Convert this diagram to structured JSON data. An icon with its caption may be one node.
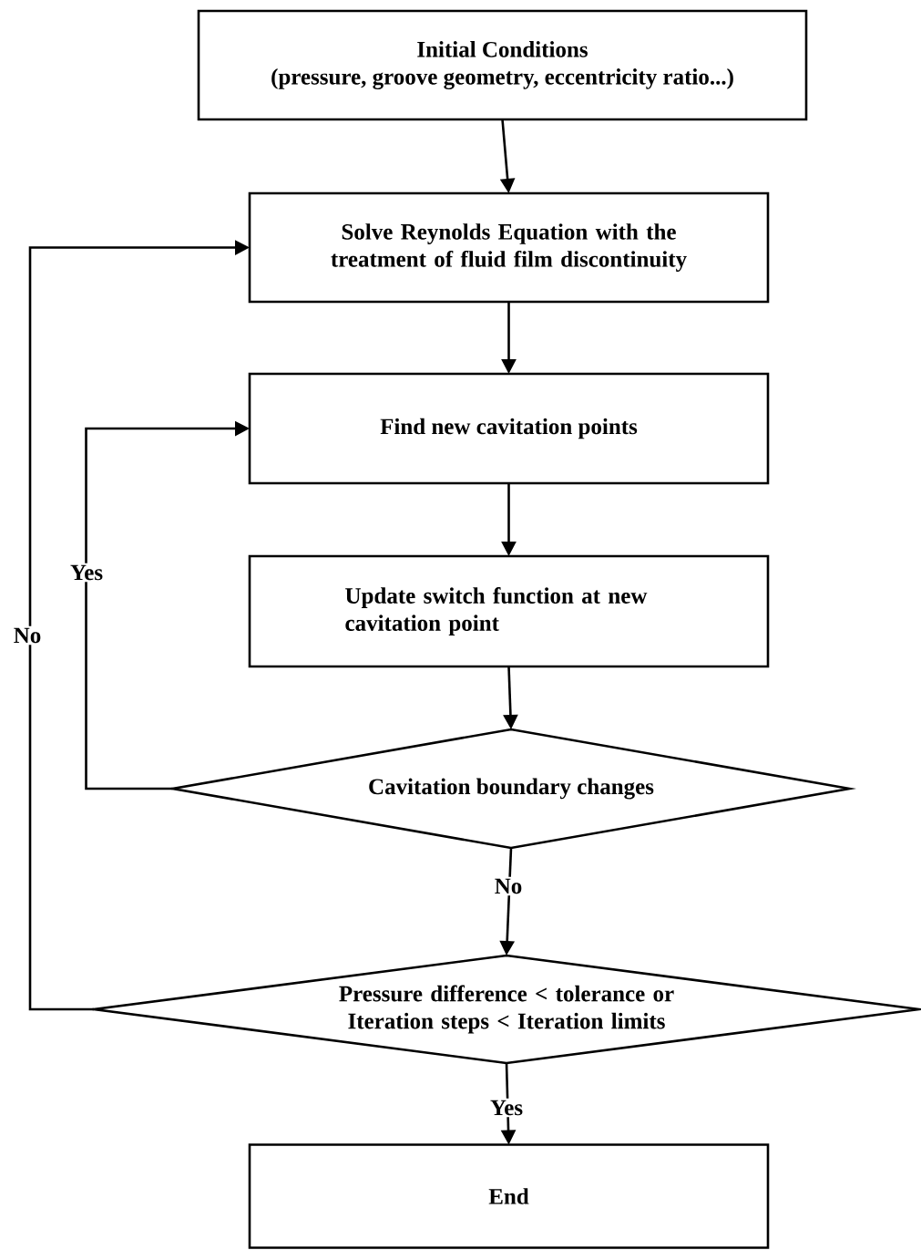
{
  "diagram": {
    "nodes": [
      {
        "text": [
          "Initial Conditions",
          "(pressure, groove geometry, eccentricity ratio...)"
        ]
      },
      {
        "text": [
          "Solve Reynolds Equation with the treatment of fluid film discontinuity"
        ]
      },
      {
        "text": [
          "Find new cavitation points"
        ]
      },
      {
        "text": [
          "Update switch function at new cavitation point"
        ]
      },
      {
        "text": [
          "Cavitation boundary changes"
        ]
      },
      {
        "text": [
          "Pressure difference < tolerance or Iteration steps < Iteration limits"
        ]
      },
      {
        "text": [
          "End"
        ]
      }
    ],
    "edges": [
      {
        "from": 0,
        "to": 1,
        "arrow": "to"
      },
      {
        "from": 1,
        "to": 2,
        "arrow": "to"
      },
      {
        "from": 2,
        "to": 3,
        "arrow": "to"
      },
      {
        "from": 3,
        "to": 4,
        "arrow": "to"
      },
      {
        "from": 4,
        "to": 2,
        "arrow": "to",
        "label": "Yes"
      },
      {
        "from": 4,
        "to": 5,
        "arrow": "to",
        "label": "No"
      },
      {
        "from": 5,
        "to": 1,
        "arrow": "to",
        "label": "No"
      },
      {
        "from": 5,
        "to": 6,
        "arrow": "to",
        "label": "Yes"
      }
    ]
  }
}
